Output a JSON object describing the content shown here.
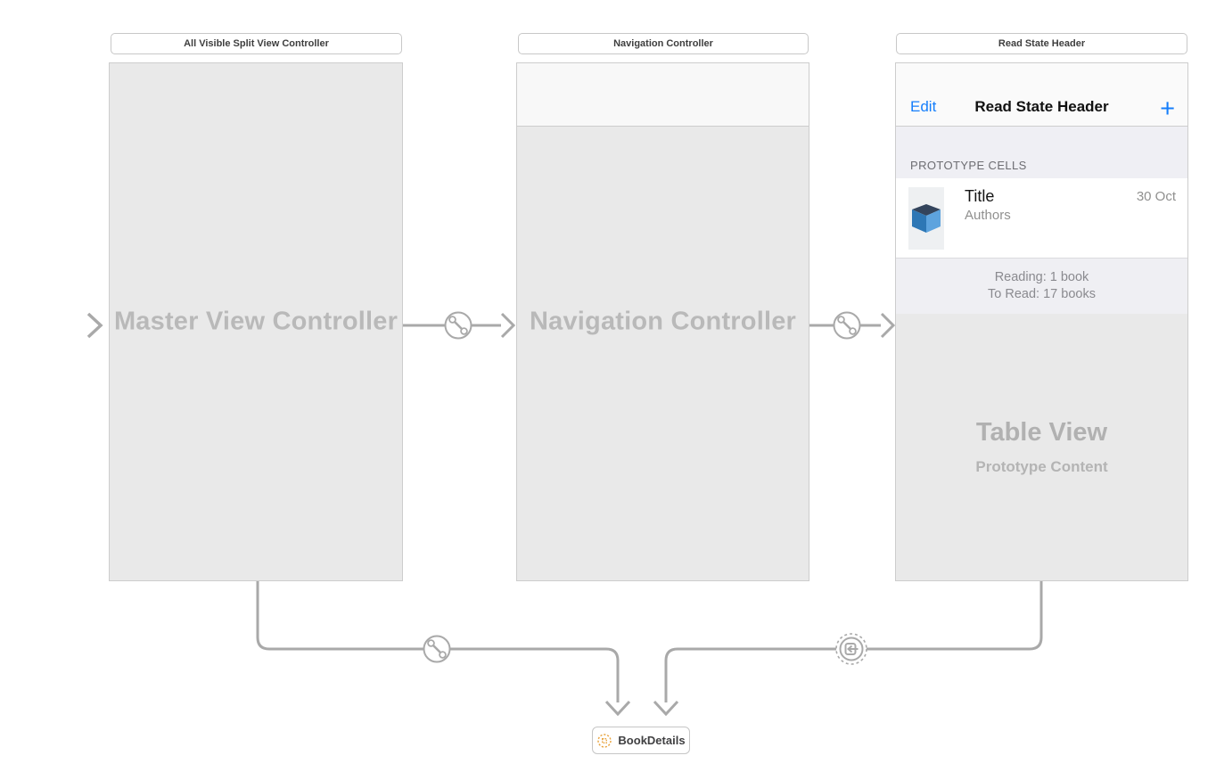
{
  "colors": {
    "accent_blue": "#157efb",
    "reference_orange": "#e8a33d",
    "connector_gray": "#a9a9a9",
    "scene_gray": "#e9e9e9",
    "grouped_section_bg": "#efeff4"
  },
  "scene_labels": {
    "split_view": "All Visible Split View Controller",
    "navigation": "Navigation Controller",
    "read_state": "Read State Header"
  },
  "split_view_scene": {
    "watermark": "Master View Controller"
  },
  "navigation_scene": {
    "watermark": "Navigation Controller"
  },
  "read_state_scene": {
    "navbar": {
      "edit_button": "Edit",
      "title": "Read State Header",
      "add_button": "+"
    },
    "section_header": "PROTOTYPE CELLS",
    "prototype_cell": {
      "title": "Title",
      "subtitle": "Authors",
      "date": "30 Oct"
    },
    "summary": {
      "line1": "Reading: 1 book",
      "line2": "To Read: 17 books"
    },
    "table_placeholder": {
      "title": "Table View",
      "subtitle": "Prototype Content"
    }
  },
  "storyboard_reference": {
    "name": "BookDetails"
  }
}
